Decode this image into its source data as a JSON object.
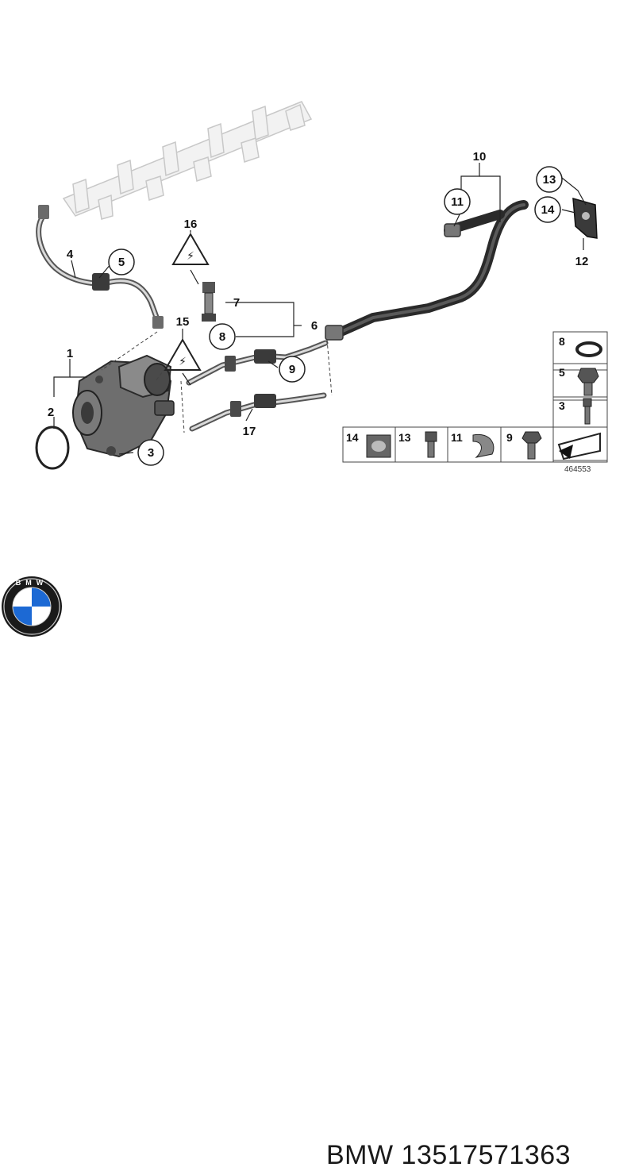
{
  "diagram": {
    "callouts": {
      "c1": "1",
      "c2": "2",
      "c3": "3",
      "c4": "4",
      "c5": "5",
      "c6": "6",
      "c7": "7",
      "c8": "8",
      "c9": "9",
      "c10": "10",
      "c11": "11",
      "c12": "12",
      "c13": "13",
      "c14": "14",
      "c15": "15",
      "c16": "16",
      "c17": "17"
    },
    "legend": {
      "l8": "8",
      "l5": "5",
      "l3": "3",
      "l14": "14",
      "l13": "13",
      "l11": "11",
      "l9": "9"
    },
    "reference_number": "464553"
  },
  "brand": {
    "name": "BMW",
    "part_number": "13517571363",
    "logo_letters": "BMW",
    "colors": {
      "blue": "#1c69d4",
      "ring": "#1a1a1a"
    }
  }
}
